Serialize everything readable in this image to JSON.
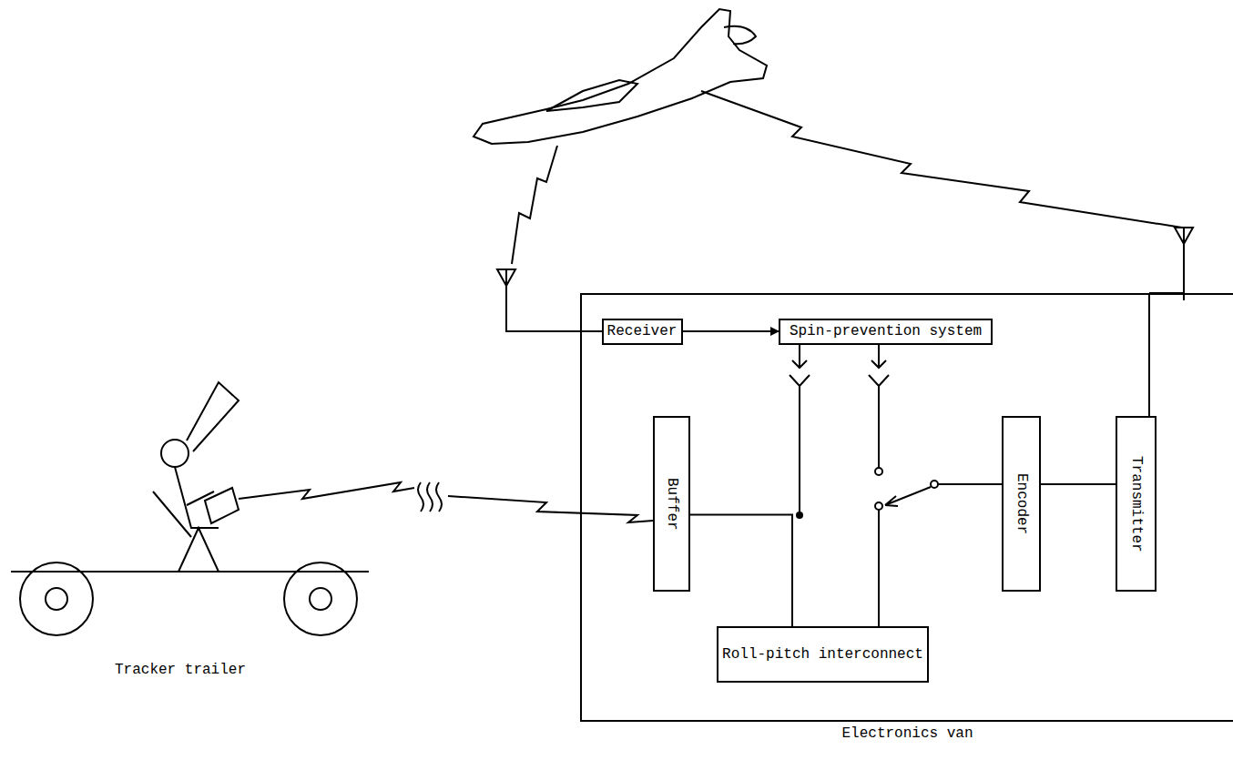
{
  "diagram": {
    "nodes": [
      {
        "text": [
          "Electronics van"
        ]
      },
      {
        "text": [
          "Receiver"
        ],
        "in": 0
      },
      {
        "text": [
          "Spin-prevention system"
        ],
        "in": 0
      },
      {
        "text": [
          "Buffer"
        ],
        "in": 0
      },
      {
        "text": [
          "Encoder"
        ],
        "in": 0
      },
      {
        "text": [
          "Transmitter"
        ],
        "in": 0
      },
      {
        "text": [
          "Roll-pitch interconnect"
        ],
        "in": 0
      }
    ],
    "edges": [
      {
        "from": 1,
        "to": 2,
        "arrow": "to"
      },
      {
        "from": 3,
        "to": 6,
        "arrow": "none"
      },
      {
        "from": 4,
        "to": 5,
        "arrow": "none"
      }
    ],
    "labels": [
      "Tracker trailer"
    ]
  }
}
